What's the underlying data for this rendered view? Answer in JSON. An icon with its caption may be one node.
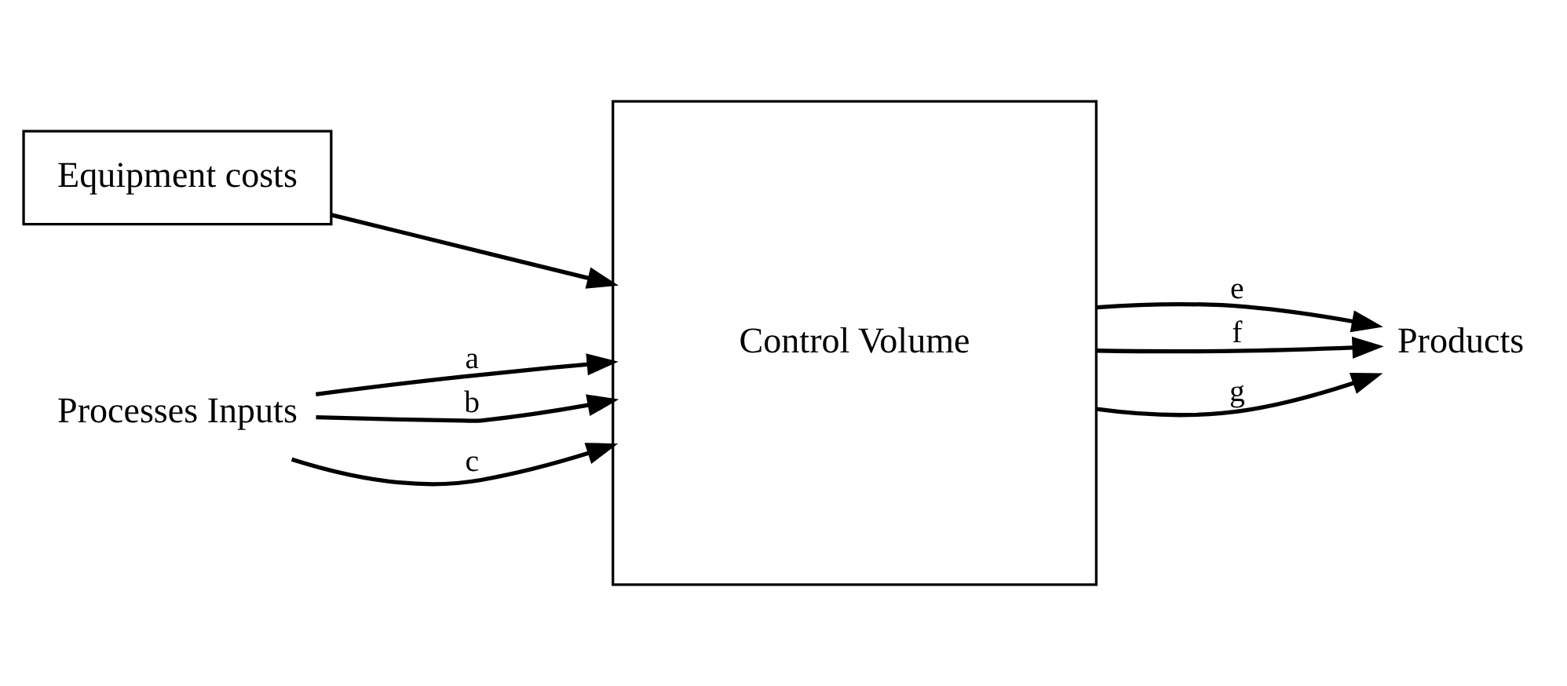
{
  "diagram": {
    "nodes": [
      {
        "text": [
          "Equipment costs"
        ]
      },
      {
        "text": [
          "Processes Inputs"
        ]
      },
      {
        "text": [
          "Control Volume"
        ]
      },
      {
        "text": [
          "Products"
        ]
      }
    ],
    "edges": [
      {
        "from": 1,
        "to": 2,
        "arrow": "to",
        "label": "a"
      },
      {
        "from": 1,
        "to": 2,
        "arrow": "to",
        "label": "b"
      },
      {
        "from": 1,
        "to": 2,
        "arrow": "to",
        "label": "c"
      },
      {
        "from": 0,
        "to": 2,
        "arrow": "to"
      },
      {
        "from": 2,
        "to": 3,
        "arrow": "to",
        "label": "e"
      },
      {
        "from": 2,
        "to": 3,
        "arrow": "to",
        "label": "f"
      },
      {
        "from": 2,
        "to": 3,
        "arrow": "to",
        "label": "g"
      }
    ]
  }
}
